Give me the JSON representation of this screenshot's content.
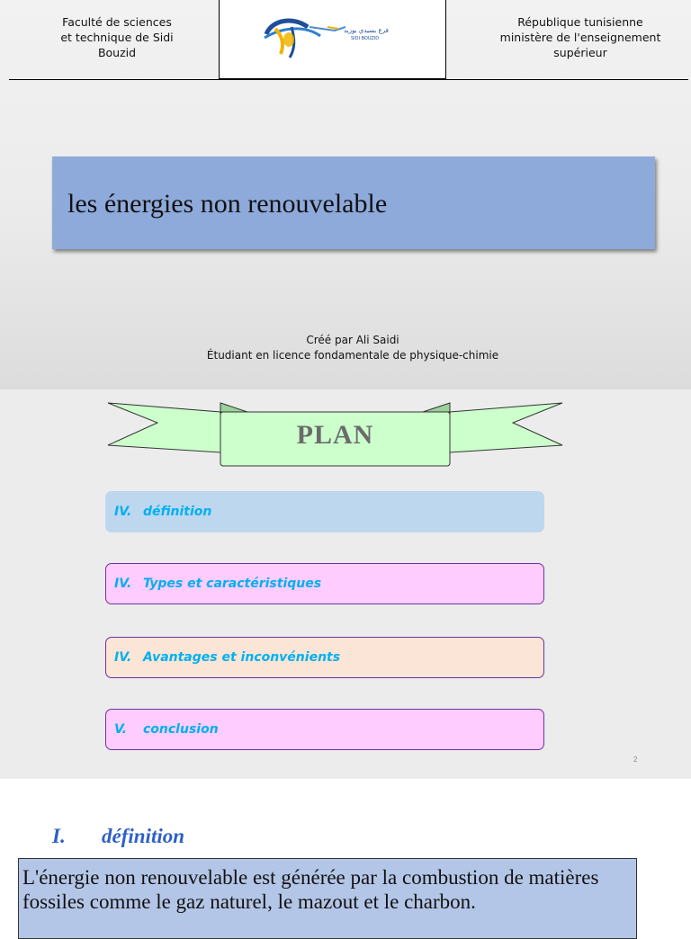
{
  "slide1": {
    "header_left": "Faculté de sciences\net technique de Sidi\nBouzid",
    "header_right": "République tunisienne\nministère de l'enseignement\nsupérieur",
    "logo_text": "فرع بسيدي بوزيد\nSIDI BOUZID",
    "title": "les énergies non renouvelable",
    "author_line1": "Créé par Ali Saidi",
    "author_line2": "Étudiant en licence fondamentale de physique-chimie"
  },
  "slide2": {
    "heading": "PLAN",
    "items": [
      {
        "num": "IV.",
        "label": "définition",
        "bg": "#bdd7ee",
        "border": "#bdd7ee"
      },
      {
        "num": "IV.",
        "label": "Types et caractéristiques",
        "bg": "#ffccff",
        "border": "#7030a0"
      },
      {
        "num": "IV.",
        "label": "Avantages et inconvénients",
        "bg": "#fbe5d6",
        "border": "#7030a0"
      },
      {
        "num": "V.",
        "label": "conclusion",
        "bg": "#ffccff",
        "border": "#7030a0"
      }
    ],
    "page_number": "2",
    "accent_color": "#00b0f0",
    "ribbon_color": "#ccffcc"
  },
  "slide3": {
    "section_number": "I.",
    "section_title": "définition",
    "definition": "L'énergie non renouvelable est générée par la combustion de matières fossiles comme le gaz naturel, le mazout et le charbon."
  }
}
